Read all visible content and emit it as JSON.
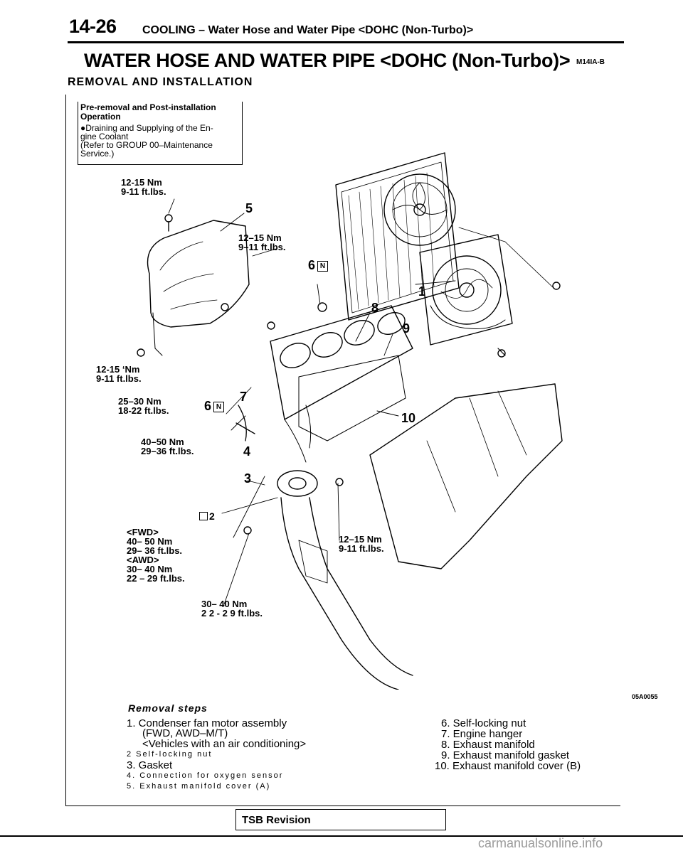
{
  "header": {
    "page_number": "14-26",
    "title": "COOLING – Water Hose and Water Pipe <DOHC (Non-Turbo)>"
  },
  "main_title": "WATER HOSE AND WATER PIPE <DOHC (Non-Turbo)>",
  "ref_code": "M14IA-B",
  "section_heading": "REMOVAL AND INSTALLATION",
  "pre_removal": {
    "title": "Pre-removal and Post-installation Operation",
    "lines": [
      "●Draining and Supplying of the En-",
      "gine Coolant",
      "(Refer to GROUP 00–Maintenance",
      "Service.)"
    ]
  },
  "torque_labels": {
    "t1": [
      "12-15 Nm",
      "9-11 ft.lbs."
    ],
    "t2": [
      "12–15 Nm",
      "9–11 ft.lbs."
    ],
    "t3": [
      "12-15 ‘Nm",
      "9-11 ft.lbs."
    ],
    "t4": [
      "25–30 Nm",
      "18-22 ft.lbs."
    ],
    "t5": [
      "40–50 Nm",
      "29–36 ft.lbs."
    ],
    "t6": [
      "<FWD>",
      "40– 50 Nm",
      "29– 36 ft.lbs.",
      "<AWD>",
      "30– 40 Nm",
      "22 – 29 ft.lbs."
    ],
    "t7": [
      "12–15 Nm",
      "9-11 ft.lbs."
    ],
    "t8": [
      "30– 40 Nm",
      "2 2 - 2 9 ft.lbs."
    ]
  },
  "callouts": {
    "c1": "1",
    "c2": "2",
    "c3": "3",
    "c4": "4",
    "c5": "5",
    "c6a": "6",
    "c6b": "6",
    "c7": "7",
    "c8": "8",
    "c9": "9",
    "c10": "10",
    "n_mark": "N"
  },
  "figure_code": "05A0055",
  "removal_steps": {
    "title": "Removal steps",
    "left": [
      "1. Condenser fan motor assembly",
      "(FWD, AWD–M/T)",
      "<Vehicles with an air conditioning>",
      "2 Self-locking nut",
      "3. Gasket",
      "4. Connection for oxygen sensor",
      "5. Exhaust manifold cover (A)"
    ],
    "right": [
      "6. Self-locking nut",
      "7. Engine hanger",
      "8. Exhaust manifold",
      "9. Exhaust manifold gasket",
      "10. Exhaust manifold cover (B)"
    ]
  },
  "tsb_label": "TSB Revision",
  "watermark": "carmanualsonline.info"
}
